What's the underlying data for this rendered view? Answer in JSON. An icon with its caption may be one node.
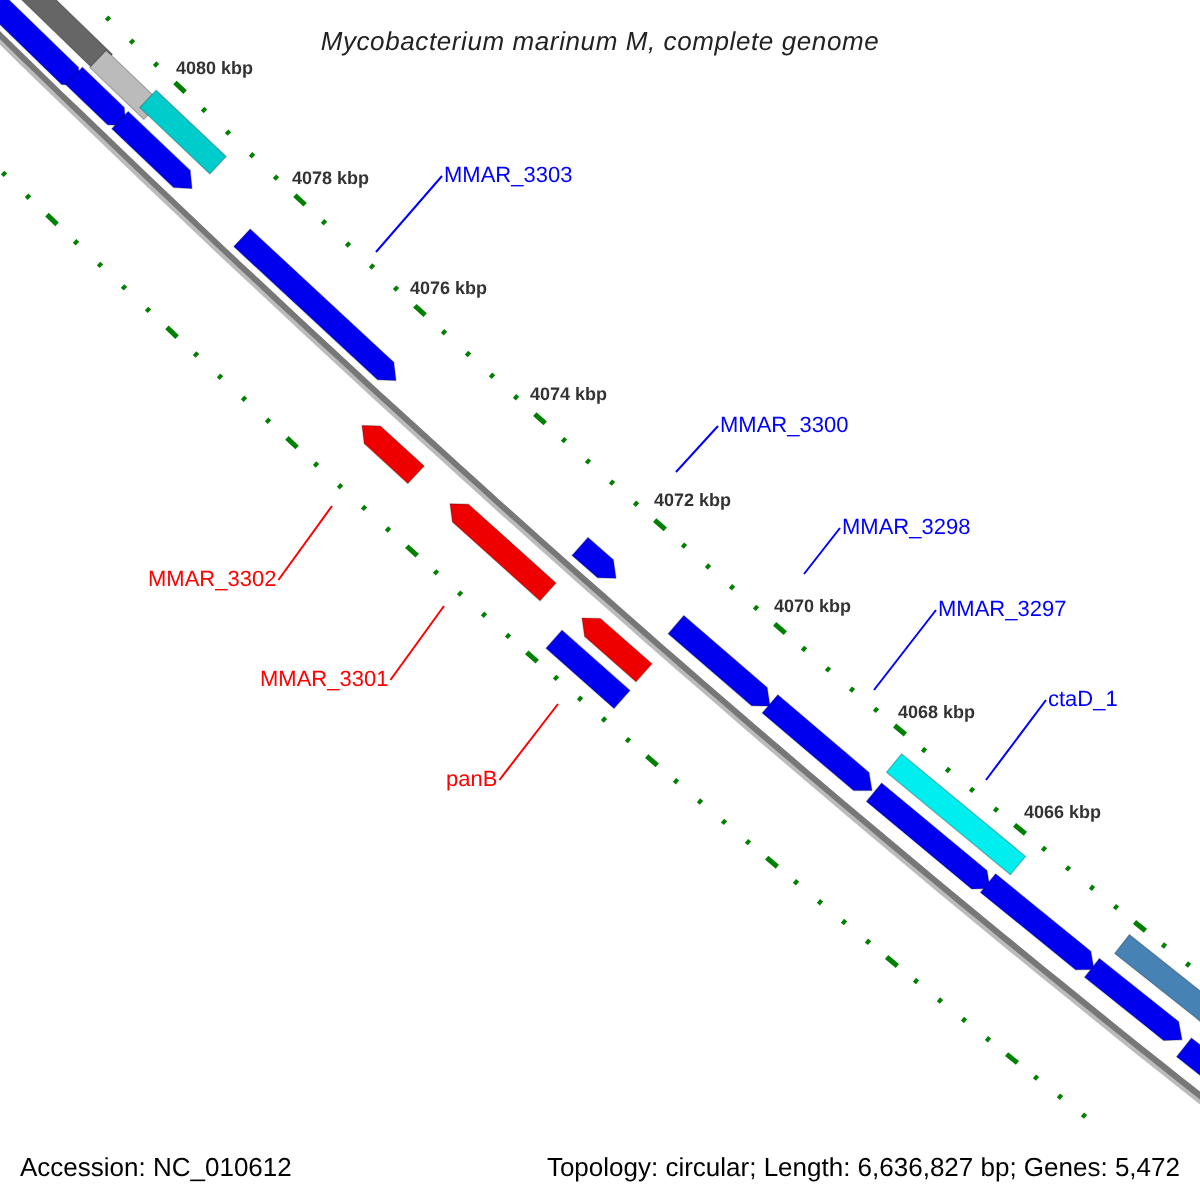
{
  "diagram": {
    "title": "Mycobacterium marinum M, complete genome",
    "nodes": [
      {
        "text": [
          "MMAR_3303"
        ]
      },
      {
        "text": [
          "MMAR_3300"
        ]
      },
      {
        "text": [
          "MMAR_3298"
        ]
      },
      {
        "text": [
          "MMAR_3297"
        ]
      },
      {
        "text": [
          "ctaD_1"
        ]
      },
      {
        "text": [
          "MMAR_3302"
        ]
      },
      {
        "text": [
          "MMAR_3301"
        ]
      },
      {
        "text": [
          "panB"
        ]
      }
    ],
    "edges": [
      {
        "from": 0,
        "to": null,
        "arrow": "none"
      },
      {
        "from": 1,
        "to": null,
        "arrow": "none"
      },
      {
        "from": 2,
        "to": null,
        "arrow": "none"
      },
      {
        "from": 3,
        "to": null,
        "arrow": "none"
      },
      {
        "from": 4,
        "to": null,
        "arrow": "none"
      },
      {
        "from": 5,
        "to": null,
        "arrow": "none",
        "color": "#ff0000"
      },
      {
        "from": 6,
        "to": null,
        "arrow": "none",
        "color": "#ff0000"
      },
      {
        "from": 7,
        "to": null,
        "arrow": "none",
        "color": "#ff0000"
      }
    ],
    "labels": [
      "4080 kbp",
      "4078 kbp",
      "4076 kbp",
      "4074 kbp",
      "4072 kbp",
      "4070 kbp",
      "4068 kbp",
      "4066 kbp",
      "Accession: NC_010612",
      "Topology: circular; Length: 6,636,827 bp; Genes: 5,472"
    ]
  }
}
